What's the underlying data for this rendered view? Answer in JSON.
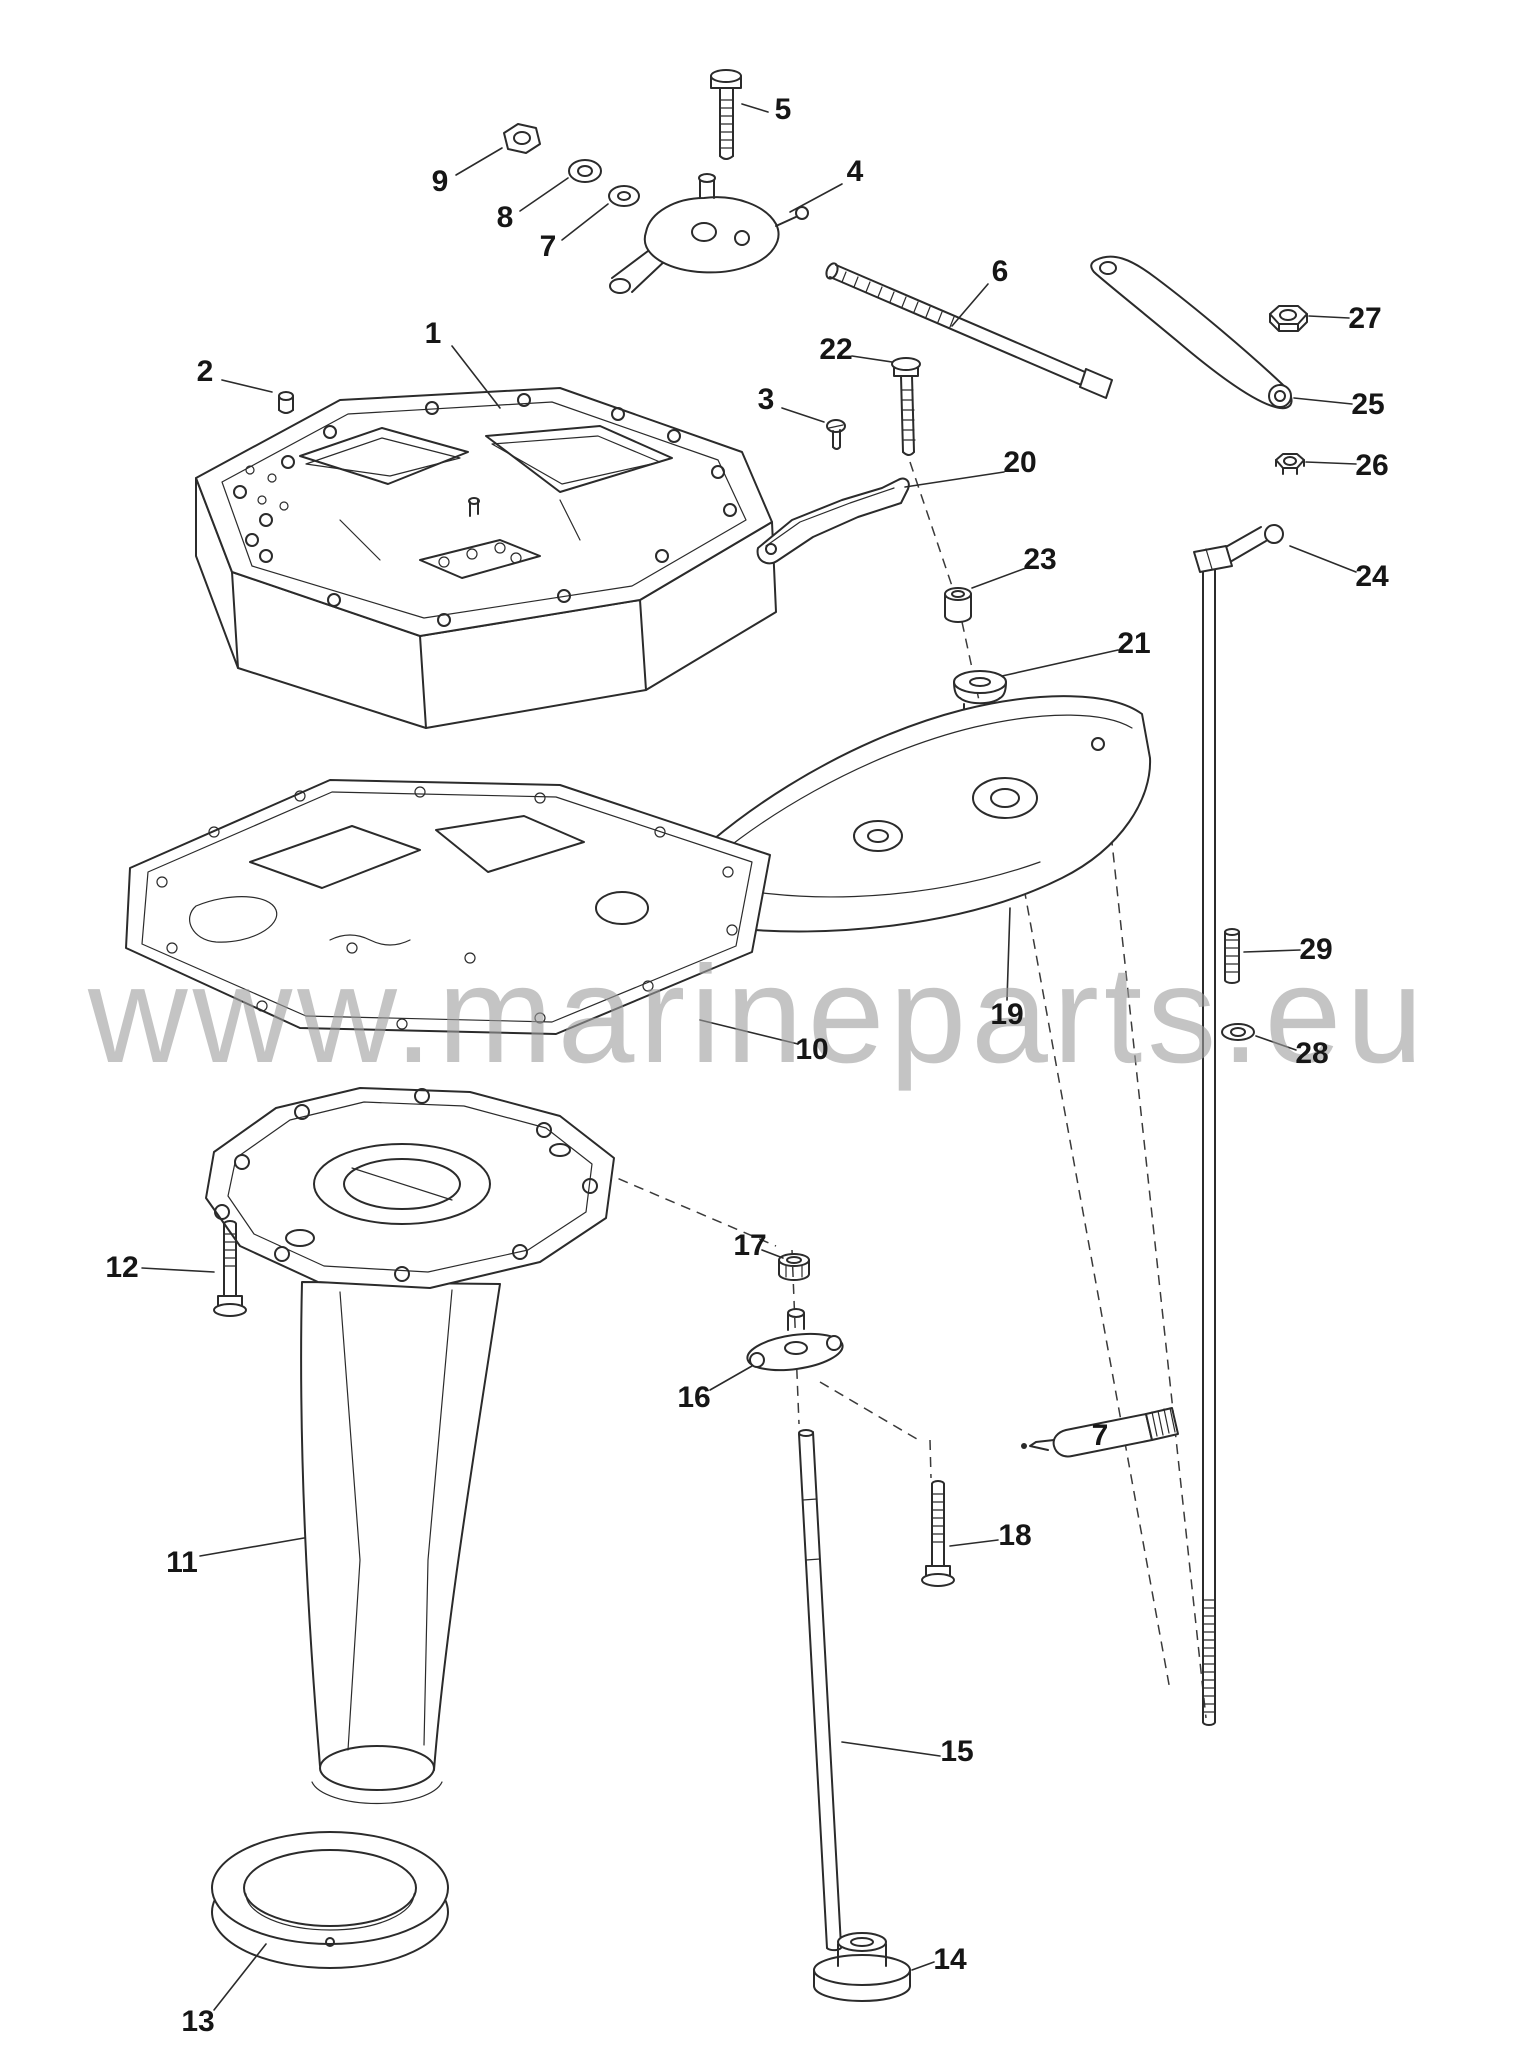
{
  "watermark": {
    "text": "www.marineparts.eu"
  },
  "callouts": [
    {
      "label": "1"
    },
    {
      "label": "2"
    },
    {
      "label": "3"
    },
    {
      "label": "4"
    },
    {
      "label": "5"
    },
    {
      "label": "6"
    },
    {
      "label": "7"
    },
    {
      "label": "8"
    },
    {
      "label": "9"
    },
    {
      "label": "10"
    },
    {
      "label": "11"
    },
    {
      "label": "12"
    },
    {
      "label": "13"
    },
    {
      "label": "14"
    },
    {
      "label": "15"
    },
    {
      "label": "16"
    },
    {
      "label": "17"
    },
    {
      "label": "18"
    },
    {
      "label": "19"
    },
    {
      "label": "20"
    },
    {
      "label": "21"
    },
    {
      "label": "22"
    },
    {
      "label": "23"
    },
    {
      "label": "24"
    },
    {
      "label": "25"
    },
    {
      "label": "26"
    },
    {
      "label": "27"
    },
    {
      "label": "28"
    },
    {
      "label": "29"
    },
    {
      "label": "7"
    }
  ]
}
